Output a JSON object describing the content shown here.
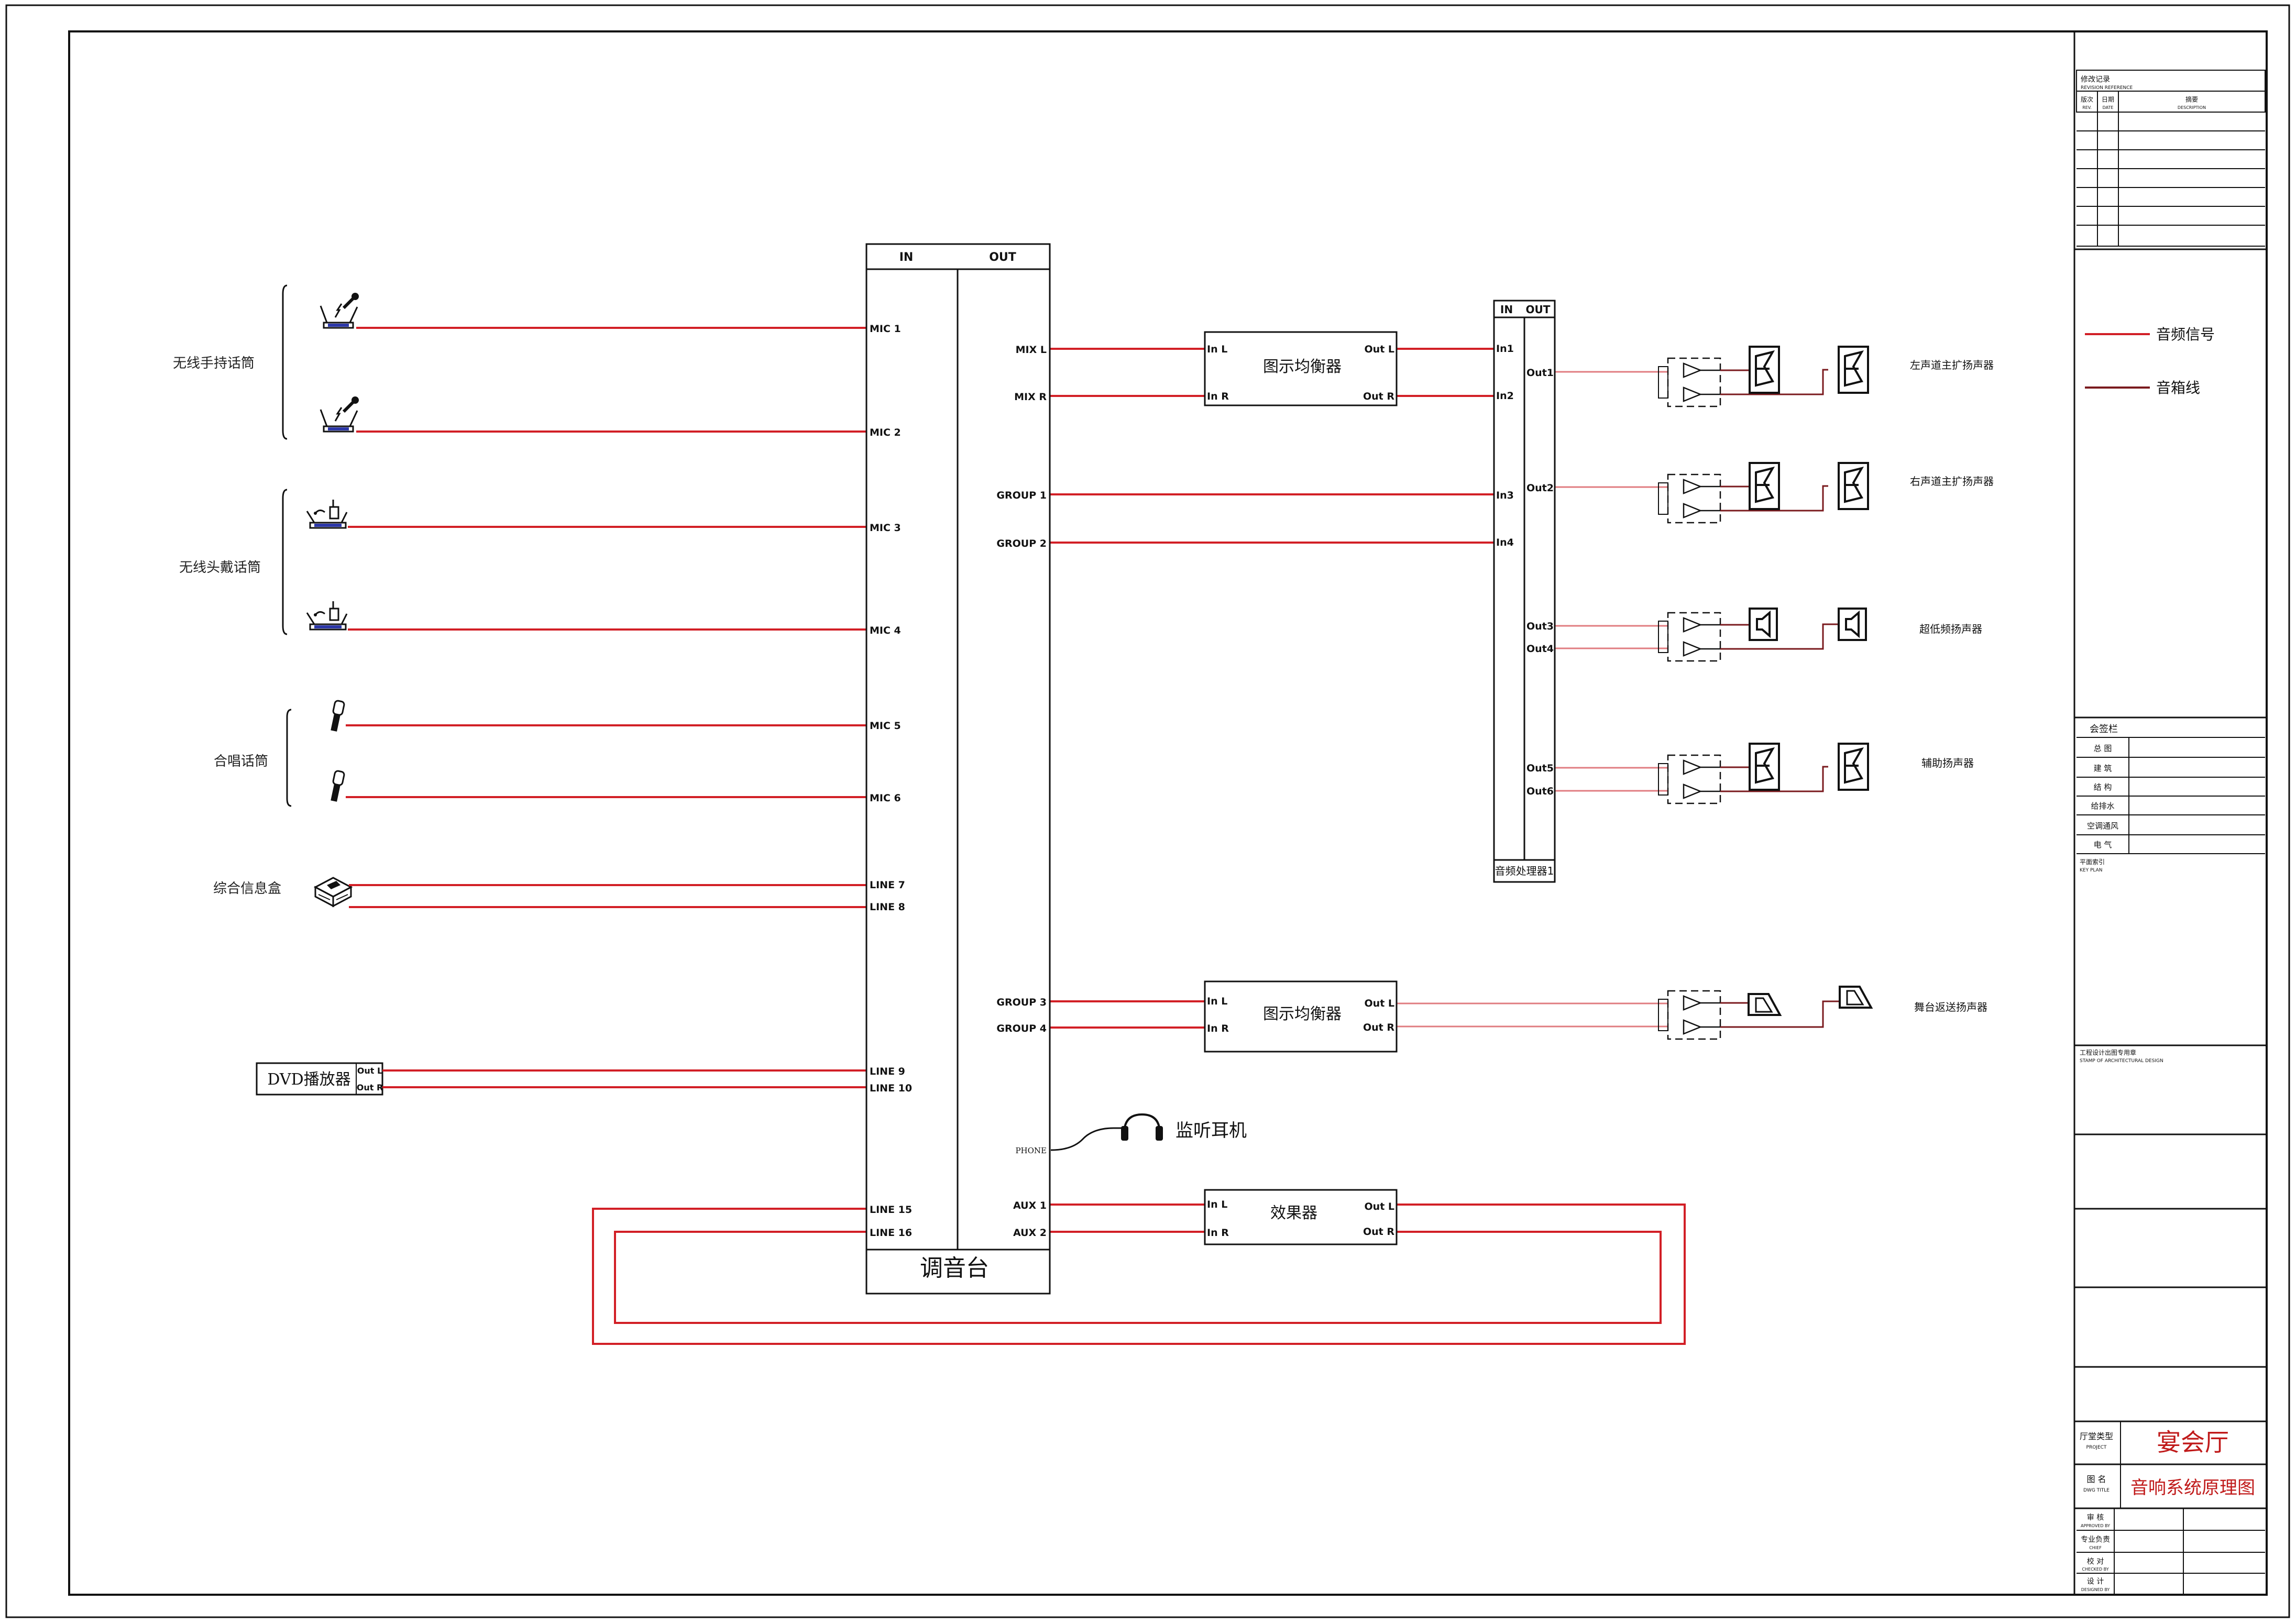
{
  "colors": {
    "signal": "#d21f26",
    "speaker_line": "#7a1a1e",
    "frame": "#111111",
    "title_red": "#c01a1a"
  },
  "sources": {
    "groups": [
      {
        "label": "无线手持话筒"
      },
      {
        "label": "无线头戴话筒"
      },
      {
        "label": "合唱话筒"
      },
      {
        "label": "综合信息盒"
      }
    ],
    "dvd": {
      "label": "DVD播放器",
      "out_l": "Out L",
      "out_r": "Out R"
    }
  },
  "mixer": {
    "title": "调音台",
    "in_header": "IN",
    "out_header": "OUT",
    "inputs": [
      "MIC 1",
      "MIC 2",
      "MIC 3",
      "MIC 4",
      "MIC 5",
      "MIC 6",
      "LINE 7",
      "LINE 8",
      "LINE 9",
      "LINE 10",
      "LINE 15",
      "LINE 16"
    ],
    "outputs": [
      "MIX L",
      "MIX R",
      "GROUP 1",
      "GROUP 2",
      "GROUP 3",
      "GROUP 4",
      "PHONE",
      "AUX 1",
      "AUX 2"
    ]
  },
  "eq1": {
    "title": "图示均衡器",
    "in_l": "In L",
    "in_r": "In R",
    "out_l": "Out L",
    "out_r": "Out R"
  },
  "eq2": {
    "title": "图示均衡器",
    "in_l": "In L",
    "in_r": "In R",
    "out_l": "Out L",
    "out_r": "Out R"
  },
  "fx": {
    "title": "效果器",
    "in_l": "In L",
    "in_r": "In R",
    "out_l": "Out L",
    "out_r": "Out R"
  },
  "headphone": {
    "label": "监听耳机"
  },
  "processor": {
    "title": "音频处理器1",
    "in_header": "IN",
    "out_header": "OUT",
    "inputs": [
      "In1",
      "In2",
      "In3",
      "In4"
    ],
    "outputs": [
      "Out1",
      "Out2",
      "Out3",
      "Out4",
      "Out5",
      "Out6"
    ]
  },
  "speakers": [
    {
      "label": "左声道主扩扬声器"
    },
    {
      "label": "右声道主扩扬声器"
    },
    {
      "label": "超低频扬声器"
    },
    {
      "label": "辅助扬声器"
    },
    {
      "label": "舞台返送扬声器"
    }
  ],
  "legend": {
    "signal": "音频信号",
    "speaker": "音箱线"
  },
  "title_block": {
    "revision_title": "修改记录",
    "revision_title_en": "REVISION REFERENCE",
    "rev_col": "版次",
    "rev_col_en": "REV.",
    "date_col": "日期",
    "date_col_en": "DATE",
    "desc_col": "摘要",
    "desc_col_en": "DESCRIPTION",
    "sign_title": "会签栏",
    "sign_rows": [
      "总 图",
      "建 筑",
      "结 构",
      "给排水",
      "空调通风",
      "电 气"
    ],
    "keyplan": "平面索引",
    "keyplan_en": "KEY PLAN",
    "stamp": "工程设计出图专用章",
    "stamp_en": "STAMP OF ARCHITECTURAL DESIGN",
    "project_label": "厅堂类型",
    "project_label_en": "PROJECT",
    "project": "宴会厅",
    "drawing_label": "图 名",
    "drawing_label_en": "DWG TITLE",
    "drawing": "音响系统原理图",
    "approvals": [
      {
        "cn": "审 核",
        "en": "APPROVED BY"
      },
      {
        "cn": "专业负责",
        "en": "CHIEF"
      },
      {
        "cn": "校 对",
        "en": "CHECKED BY"
      },
      {
        "cn": "设 计",
        "en": "DESIGNED BY"
      }
    ]
  }
}
